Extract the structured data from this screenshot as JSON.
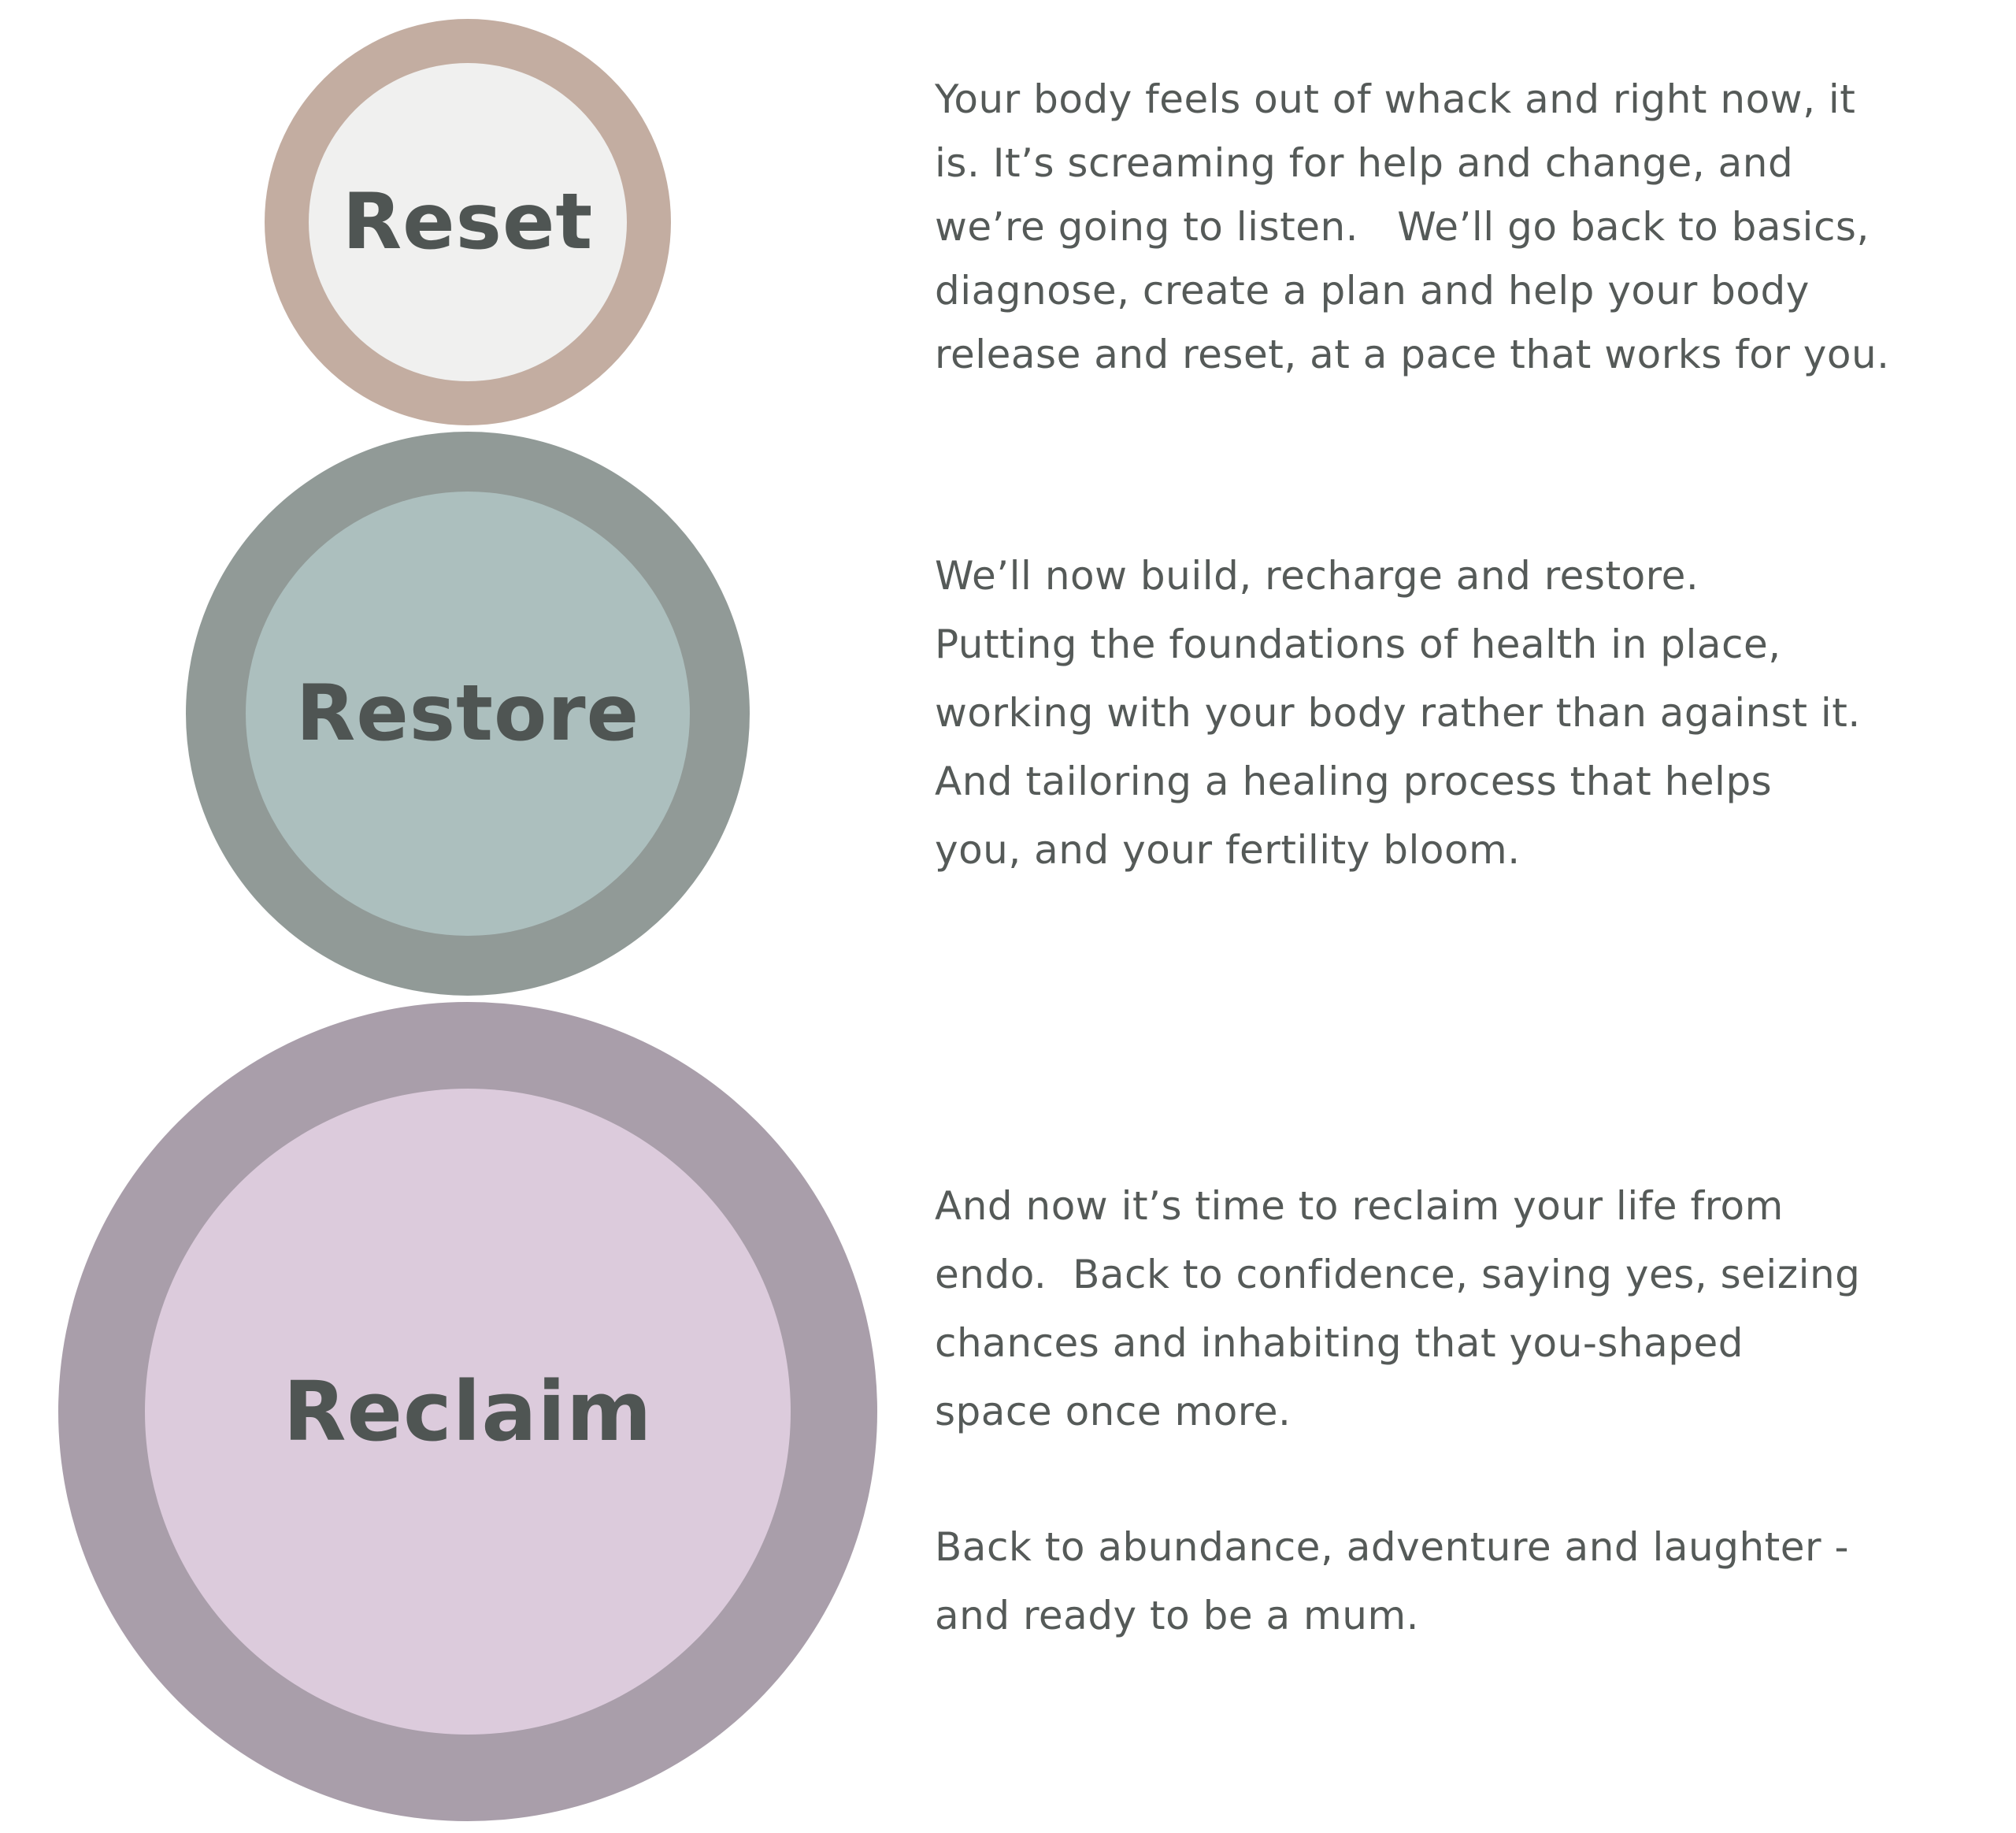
{
  "stages": [
    {
      "label": "Reset",
      "outer_color": "#c3ada1",
      "inner_color": "#f0f0ef"
    },
    {
      "label": "Restore",
      "outer_color": "#919a97",
      "inner_color": "#acbfbe"
    },
    {
      "label": "Reclaim",
      "outer_color": "#a99eaa",
      "inner_color": "#dccbdc"
    }
  ],
  "descriptions": {
    "reset": [
      "Your body feels out of whack and right now, it",
      "is. It’s screaming for help and change, and",
      "we’re going to listen.   We’ll go back to basics,",
      "diagnose, create a plan and help your body",
      "release and reset, at a pace that works for you."
    ],
    "restore": [
      "We’ll now build, recharge and restore.",
      "Putting the foundations of health in place,",
      "working with your body rather than against it.",
      "And tailoring a healing process that helps",
      "you, and your fertility bloom."
    ],
    "reclaim": [
      "And now it’s time to reclaim your life from",
      "endo.  Back to confidence, saying yes, seizing",
      "chances and inhabiting that you-shaped",
      "space once more."
    ],
    "reclaim_2": [
      "Back to abundance, adventure and laughter -",
      "and ready to be a mum."
    ]
  }
}
